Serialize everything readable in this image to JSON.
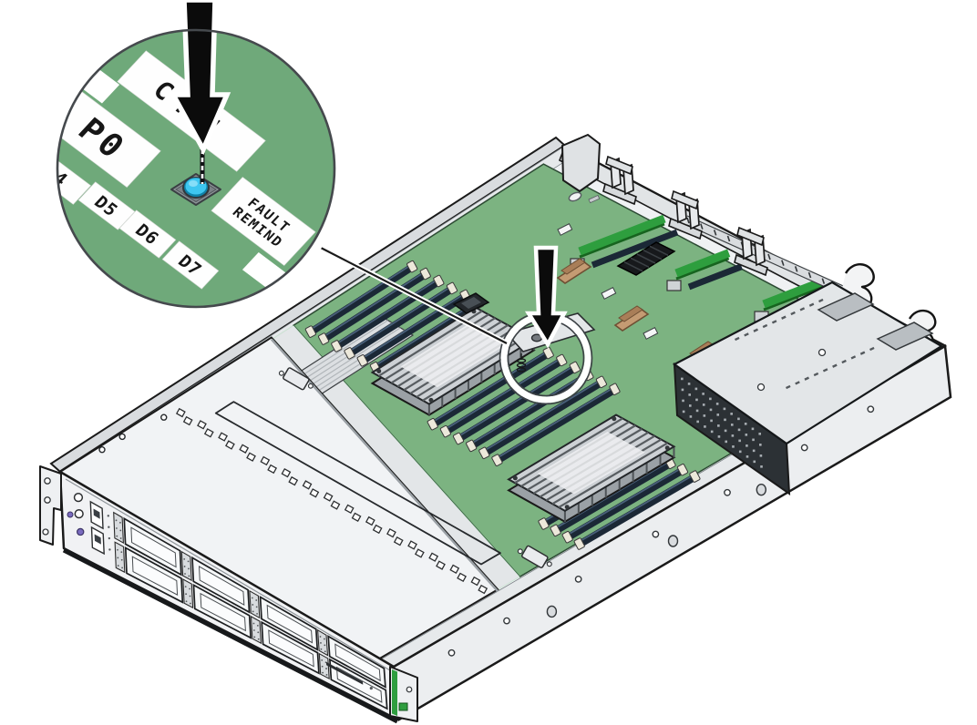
{
  "callout": {
    "labels": {
      "cpu": "CPU",
      "p0": "P0",
      "d4_partial": "4",
      "d5": "D5",
      "d6": "D6",
      "d7": "D7",
      "fault_line1": "FAULT",
      "fault_line2": "REMIND"
    }
  },
  "icons": {
    "callout_arrow": "down-arrow-icon",
    "board_arrow": "down-arrow-icon",
    "fault_remind_button": "round-button-icon"
  },
  "colors": {
    "pcb_green_callout": "#6FA97A",
    "pcb_green_board": "#7CB381",
    "button_cyan": "#3EC6F0",
    "button_cyan_hi": "#8FE0F8",
    "button_ring": "#0F82A8",
    "button_base": "#90969B",
    "dimm_navy": "#1B2836",
    "dimm_hi": "#49607A",
    "dimm_clip": "#ECE8DA",
    "riser_green": "#2E9E3E",
    "clip_brown": "#C49B73",
    "clip_brown_dark": "#6E4F33",
    "chassis_light": "#EFF1F3",
    "chassis_mid": "#D9DCDF",
    "chassis_dark": "#9BA1A6",
    "heatsink_top": "#CDD1D5",
    "heatsink_fin": "#585D61",
    "psu_dark": "#2C3135",
    "outline": "#1A1A1A",
    "arrow_black": "#0B0B0B",
    "label_white": "#FFFFFF",
    "ear_green": "#2F9E3F"
  }
}
